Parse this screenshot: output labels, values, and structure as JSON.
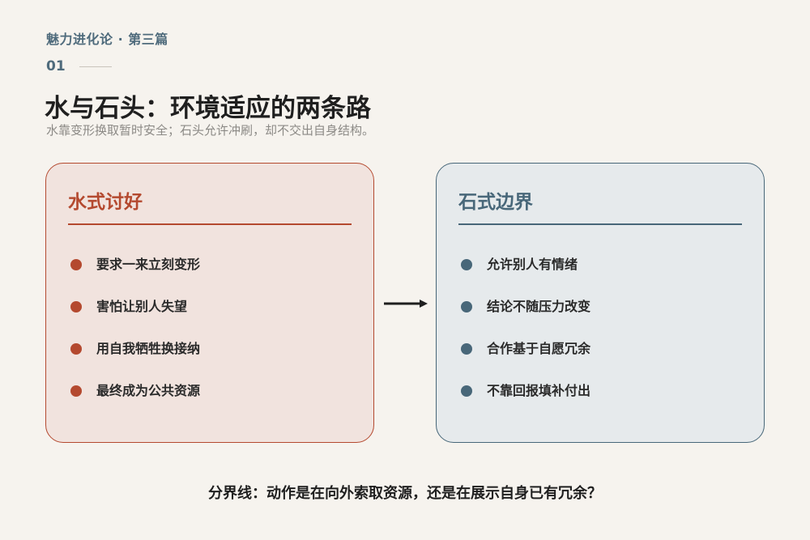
{
  "header": {
    "series": "魅力进化论 · 第三篇",
    "number": "01",
    "title": "水与石头：环境适应的两条路",
    "subtitle": "水靠变形换取暂时安全；石头允许冲刷，却不交出自身结构。"
  },
  "cards": {
    "left": {
      "title": "水式讨好",
      "items": [
        "要求一来立刻变形",
        "害怕让别人失望",
        "用自我牺牲换接纳",
        "最终成为公共资源"
      ]
    },
    "right": {
      "title": "石式边界",
      "items": [
        "允许别人有情绪",
        "结论不随压力改变",
        "合作基于自愿冗余",
        "不靠回报填补付出"
      ]
    }
  },
  "connector": {
    "icon": "arrow-right-icon"
  },
  "footer": {
    "text": "分界线：动作是在向外索取资源，还是在展示自身已有冗余？"
  },
  "colors": {
    "background": "#f6f3ee",
    "water_accent": "#b4492f",
    "water_fill": "#f1e3de",
    "stone_accent": "#486779",
    "stone_fill": "#e6eaec"
  }
}
